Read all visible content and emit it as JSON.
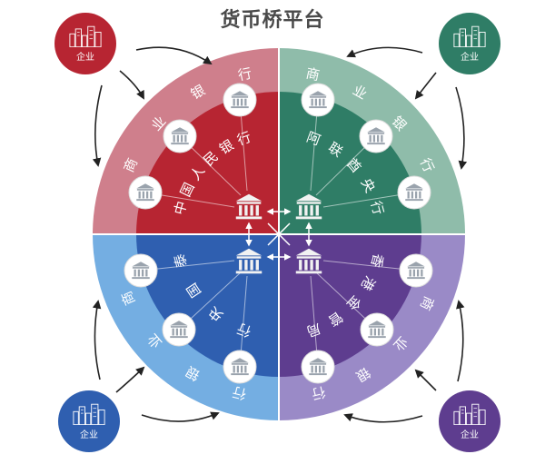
{
  "title": "货币桥平台",
  "colors": {
    "red": "#b72532",
    "red_outer": "#cf7f8c",
    "green": "#2f7d66",
    "green_outer": "#8fbcaa",
    "blue": "#2f5fb0",
    "blue_outer": "#74aee2",
    "purple": "#5e3d8f",
    "purple_outer": "#9a8ac7"
  },
  "enterprises": [
    {
      "label": "企业",
      "color": "red"
    },
    {
      "label": "企业",
      "color": "green"
    },
    {
      "label": "企业",
      "color": "blue"
    },
    {
      "label": "企业",
      "color": "purple"
    }
  ],
  "quadrants": [
    {
      "outer_label": "商业银行",
      "inner_label": "中国人民银行"
    },
    {
      "outer_label": "商业银行",
      "inner_label": "阿联酋央行"
    },
    {
      "outer_label": "商业银行",
      "inner_label": "泰国央行"
    },
    {
      "outer_label": "商业银行",
      "inner_label": "香港金管局"
    }
  ]
}
